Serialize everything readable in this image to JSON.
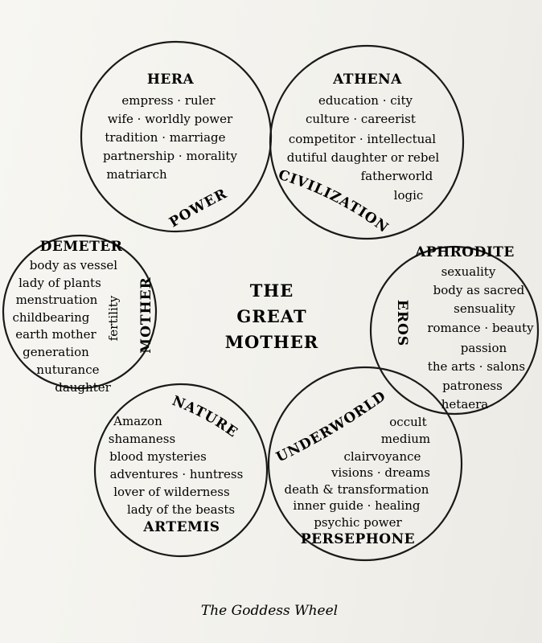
{
  "center": {
    "lines": [
      "THE",
      "GREAT",
      "MOTHER"
    ]
  },
  "goddesses": [
    {
      "id": "hera",
      "name": "HERA",
      "lines": [
        "empress · ruler",
        "wife · worldly power",
        "tradition · marriage",
        "partnership · morality",
        "matriarch"
      ]
    },
    {
      "id": "athena",
      "name": "ATHENA",
      "lines": [
        "education · city",
        "culture · careerist",
        "competitor · intellectual",
        "dutiful daughter or rebel",
        "fatherworld",
        "logic"
      ]
    },
    {
      "id": "aphrodite",
      "name": "APHRODITE",
      "lines": [
        "sexuality",
        "body as sacred",
        "sensuality",
        "romance · beauty",
        "passion",
        "the arts · salons",
        "patroness",
        "hetaera"
      ]
    },
    {
      "id": "persephone",
      "name": "PERSEPHONE",
      "lines": [
        "occult",
        "medium",
        "clairvoyance",
        "visions · dreams",
        "death & transformation",
        "inner guide · healing",
        "psychic power"
      ]
    },
    {
      "id": "artemis",
      "name": "ARTEMIS",
      "lines": [
        "Amazon",
        "shamaness",
        "blood mysteries",
        "adventures · huntress",
        "lover of wilderness",
        "lady of the beasts"
      ]
    },
    {
      "id": "demeter",
      "name": "DEMETER",
      "lines": [
        "body as vessel",
        "lady of plants",
        "menstruation",
        "childbearing",
        "earth mother",
        "generation",
        "nuturance",
        "daughter"
      ]
    }
  ],
  "overlaps": {
    "power": "POWER",
    "civilization": "CIVILIZATION",
    "eros": "EROS",
    "underworld": "UNDERWORLD",
    "nature": "NATURE",
    "mother": "MOTHER",
    "fertility": "fertility"
  },
  "caption": "The Goddess Wheel"
}
